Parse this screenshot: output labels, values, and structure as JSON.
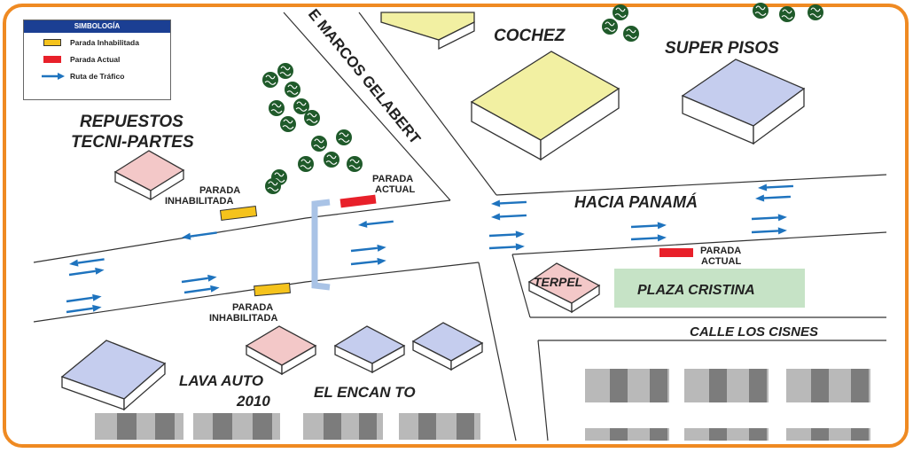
{
  "legend": {
    "title": "SIMBOLOGÍA",
    "items": [
      {
        "label": "Parada Inhabilitada",
        "symbol": "yellow-rect-icon",
        "color": "#f5c31c"
      },
      {
        "label": "Parada Actual",
        "symbol": "red-rect-icon",
        "color": "#e8202a"
      },
      {
        "label": "Ruta de Tráfico",
        "symbol": "blue-arrow-icon",
        "color": "#1e73be"
      }
    ]
  },
  "streets": {
    "marcos": "E MARCOS GELABERT",
    "panama": "HACIA PANAMÁ",
    "cisnes": "CALLE  LOS  CISNES"
  },
  "places": {
    "repuestos_1": "REPUESTOS",
    "repuestos_2": "TECNI-PARTES",
    "cochez": "COCHEZ",
    "super_pisos": "SUPER PISOS",
    "terpel": "TERPEL",
    "plaza": "PLAZA CRISTINA",
    "lava_1": "LAVA AUTO",
    "lava_2": "2010",
    "encanto": "EL ENCAN TO"
  },
  "stops": {
    "inhab_top_1": "PARADA",
    "inhab_top_2": "INHABILITADA",
    "actual_top_1": "PARADA",
    "actual_top_2": "ACTUAL",
    "inhab_bottom_1": "PARADA",
    "inhab_bottom_2": "INHABILITADA",
    "actual_right_1": "PARADA",
    "actual_right_2": "ACTUAL"
  },
  "colors": {
    "frame": "#ef8a22",
    "building_yellow": "#f2f0a2",
    "building_blue": "#c5cdee",
    "building_pink": "#f3c8c8",
    "plaza_green": "#c6e3c6",
    "tree": "#1f5a2a",
    "arrow": "#1e73be",
    "stop_yellow": "#f5c31c",
    "stop_red": "#e8202a",
    "crosswalk": "#a9c3e6"
  }
}
